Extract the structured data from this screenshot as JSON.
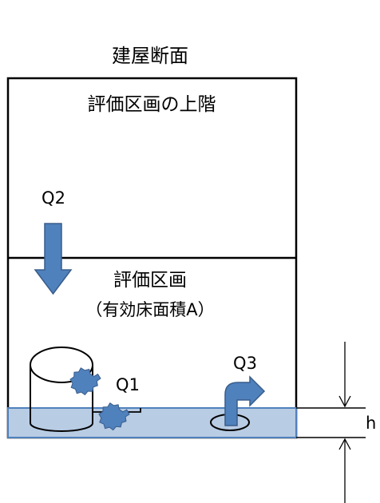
{
  "title": "建屋断面",
  "upper_room": {
    "label": "評価区画の上階"
  },
  "room": {
    "label": "評価区画",
    "sublabel": "（有効床面積A）"
  },
  "flows": {
    "q1": "Q1",
    "q2": "Q2",
    "q3": "Q3"
  },
  "water_level": {
    "label": "h"
  },
  "colors": {
    "water_fill": "#B8CCE4",
    "water_stroke": "#4F81BD",
    "arrow_fill": "#4F81BD",
    "arrow_stroke": "#385D8A",
    "leak_fill": "#4F81BD",
    "line": "#000000"
  }
}
